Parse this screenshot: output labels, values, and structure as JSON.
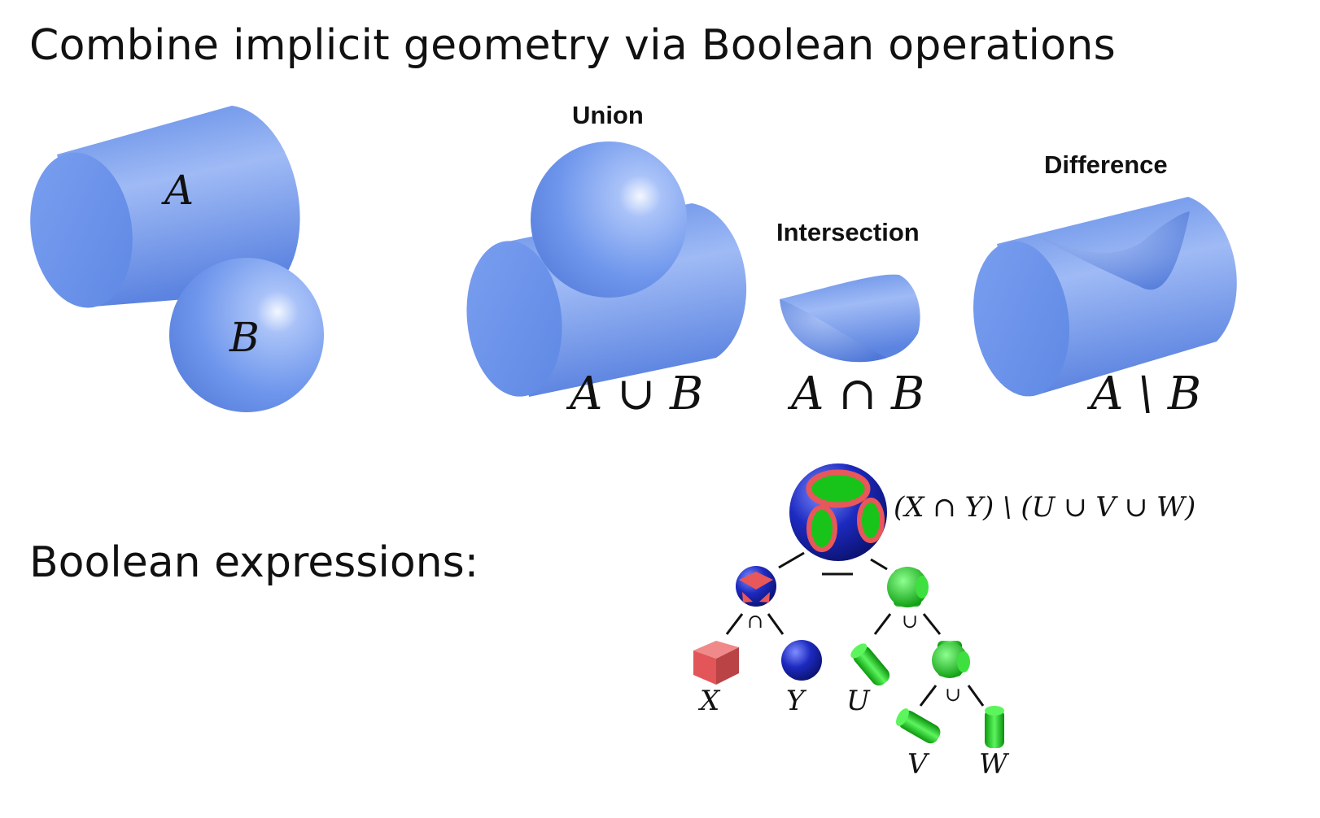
{
  "title": "Combine implicit geometry via Boolean operations",
  "subtitle": "Boolean expressions:",
  "operations": {
    "union": {
      "label": "Union",
      "expr": "A ∪ B"
    },
    "intersection": {
      "label": "Intersection",
      "expr": "A ∩ B"
    },
    "difference": {
      "label": "Difference",
      "expr": "A \\ B"
    }
  },
  "shapes": {
    "a": "A",
    "b": "B"
  },
  "tree": {
    "root_expr": "(X ∩ Y) \\ (U ∪ V ∪ W)",
    "op_minus": "−",
    "op_intersect": "∩",
    "op_union1": "∪",
    "op_union2": "∪",
    "leaves": {
      "x": "X",
      "y": "Y",
      "u": "U",
      "v": "V",
      "w": "W"
    }
  },
  "colors": {
    "blue": "#6f98ec",
    "green": "#18d41a",
    "red": "#e8575a",
    "navy": "#1d2ac0"
  }
}
